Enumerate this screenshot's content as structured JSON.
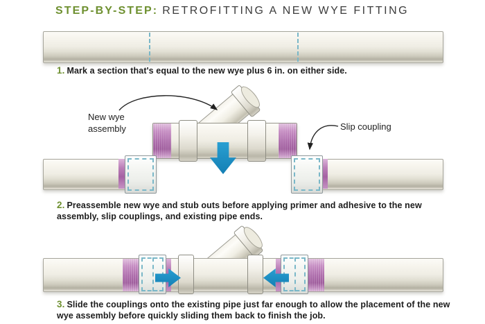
{
  "title": {
    "prefix": "STEP-BY-STEP:",
    "text": "RETROFITTING A NEW WYE FITTING"
  },
  "steps": [
    {
      "number": "1.",
      "text": "Mark a section that's equal to the new wye plus 6 in. on either side."
    },
    {
      "number": "2.",
      "text": "Preassemble new wye and stub outs before applying primer and adhesive to the new assembly, slip couplings, and existing pipe ends."
    },
    {
      "number": "3.",
      "text": "Slide the couplings onto the existing pipe just far enough to allow the placement of the new wye assembly before quickly sliding them back to finish the job."
    }
  ],
  "labels": {
    "new_wye_assembly": "New wye\nassembly",
    "slip_coupling": "Slip coupling"
  },
  "colors": {
    "accent_green": "#6e9030",
    "title_text": "#3c3c3c",
    "arrow_blue": "#1b8ec6",
    "primer_purple": "#ad6cab",
    "marker_teal": "#79b7c8"
  },
  "icons": {
    "down-arrow-icon": "solid blue arrow pointing down",
    "slide-right-arrow-icon": "solid blue arrow pointing right",
    "slide-left-arrow-icon": "solid blue arrow pointing left",
    "leader-arrow-icon": "thin curved callout arrow",
    "cut-mark-icon": "dashed teal cut line"
  }
}
